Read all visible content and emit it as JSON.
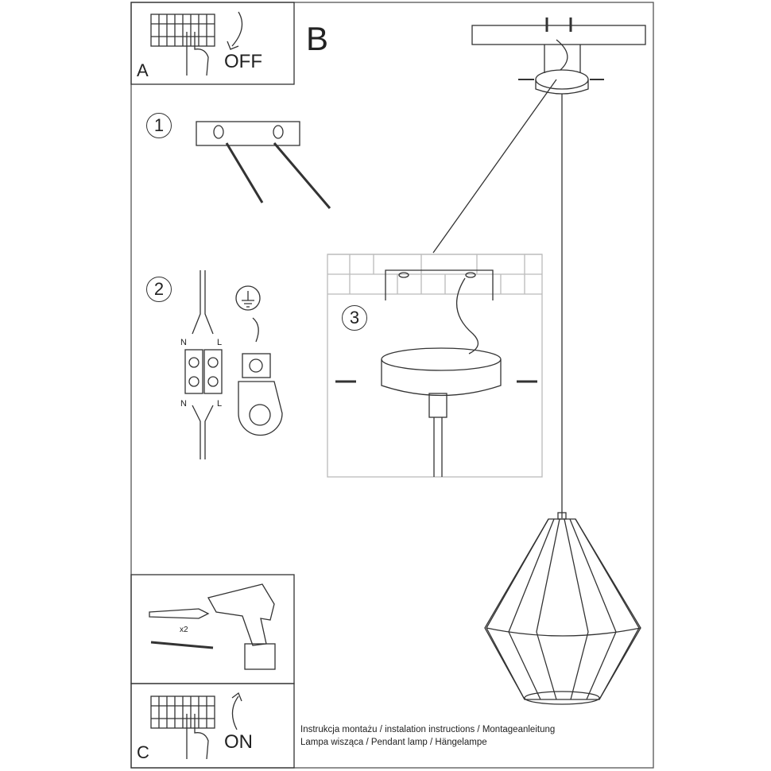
{
  "panels": {
    "a": {
      "letter": "A",
      "action": "OFF"
    },
    "b": {
      "letter": "B"
    },
    "c": {
      "letter": "C",
      "action": "ON"
    }
  },
  "steps": [
    {
      "number": "1"
    },
    {
      "number": "2",
      "terminal_labels": {
        "top_left": "N",
        "top_right": "L",
        "bottom_left": "N",
        "bottom_right": "L"
      }
    },
    {
      "number": "3"
    }
  ],
  "tools": {
    "quantity": "x2"
  },
  "caption": {
    "line1": "Instrukcja montażu / instalation instructions / Montageanleitung",
    "line2": "Lampa wisząca / Pendant lamp / Hängelampe"
  },
  "icons": [
    "circuit-breaker-icon",
    "hand-icon",
    "arrow-down-icon",
    "arrow-up-icon",
    "drill-icon",
    "wall-plug-icon",
    "screw-icon",
    "ground-icon",
    "terminal-block-icon"
  ]
}
